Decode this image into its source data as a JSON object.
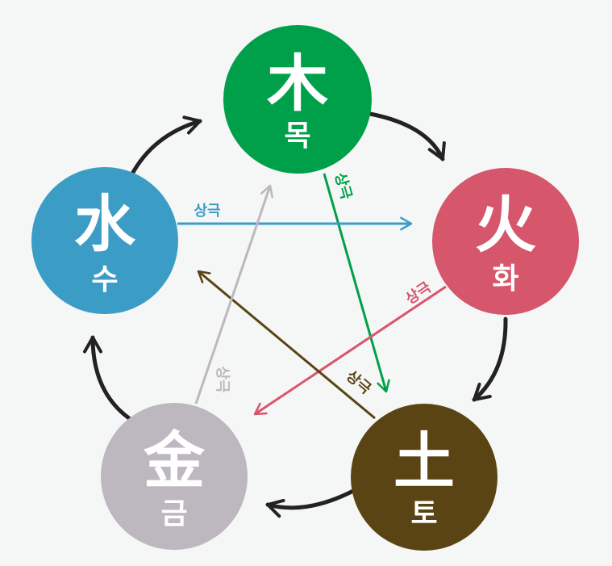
{
  "elements": {
    "wood": {
      "hanja": "木",
      "hangul": "목",
      "color": "#00a04a"
    },
    "fire": {
      "hanja": "火",
      "hangul": "화",
      "color": "#d6566c"
    },
    "earth": {
      "hanja": "土",
      "hangul": "토",
      "color": "#5a4413"
    },
    "metal": {
      "hanja": "金",
      "hangul": "금",
      "color": "#bdb7bf"
    },
    "water": {
      "hanja": "水",
      "hangul": "수",
      "color": "#3b9dc6"
    }
  },
  "generating_arrow_color": "#222222",
  "controlling": {
    "label": "상극",
    "wood_to_earth": "상극",
    "fire_to_metal": "상극",
    "earth_to_water": "상극",
    "metal_to_wood": "상극",
    "water_to_fire": "상극"
  }
}
